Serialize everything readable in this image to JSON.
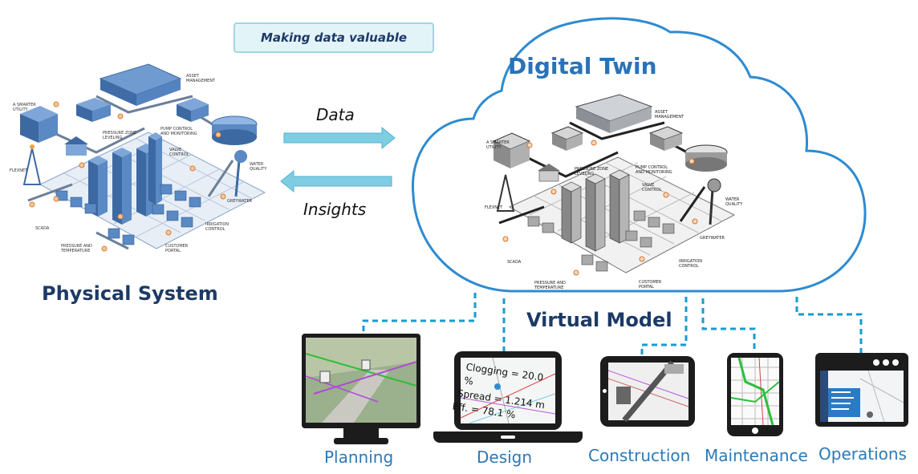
{
  "badge": {
    "text": "Making data valuable"
  },
  "physical": {
    "title": "Physical System",
    "labels": {
      "asset": "ASSET\nMANAGEMENT",
      "smarter": "A SMARTER\nUTILITY",
      "pressure_zone": "PRESSURE ZONE\nLEVELING",
      "pump": "PUMP CONTROL\nAND MONITORING",
      "valve": "VALVE\nCONTROL",
      "water": "WATER\nQUALITY",
      "flexnet": "FLEXNET",
      "greywater": "GREYWATER",
      "irrigation": "IRRIGATION\nCONTROL",
      "scada": "SCADA",
      "customer": "CUSTOMER\nPORTAL",
      "pressure_temp": "PRESSURE AND\nTEMPERATURE"
    }
  },
  "flow": {
    "data_label": "Data",
    "insights_label": "Insights"
  },
  "twin": {
    "title": "Digital Twin",
    "subtitle": "Virtual Model",
    "labels": {
      "asset": "ASSET\nMANAGEMENT",
      "smarter": "A SMARTER\nUTILITY",
      "pressure_zone": "PRESSURE ZONE\nLEVELING",
      "pump": "PUMP CONTROL\nAND MONITORING",
      "valve": "VALVE\nCONTROL",
      "water": "WATER\nQUALITY",
      "flexnet": "FLEXNET",
      "greywater": "GREYWATER",
      "irrigation": "IRRIGATION\nCONTROL",
      "scada": "SCADA",
      "customer": "CUSTOMER\nPORTAL",
      "pressure_temp": "PRESSURE AND\nTEMPERATURE"
    }
  },
  "devices": {
    "planning": {
      "label": "Planning"
    },
    "design": {
      "label": "Design",
      "lines": [
        "Clogging = 20.0 %",
        "Spread = 1.214 m",
        "Eff. = 78.1 %"
      ]
    },
    "construction": {
      "label": "Construction"
    },
    "maintenance": {
      "label": "Maintenance"
    },
    "operations": {
      "label": "Operations"
    }
  },
  "colors": {
    "navy": "#1d3a66",
    "blue": "#2a72b8",
    "cloud": "#2e8bd0",
    "arrow": "#7fcde3",
    "dash": "#1a9bd0",
    "device": "#1c1c1c"
  }
}
